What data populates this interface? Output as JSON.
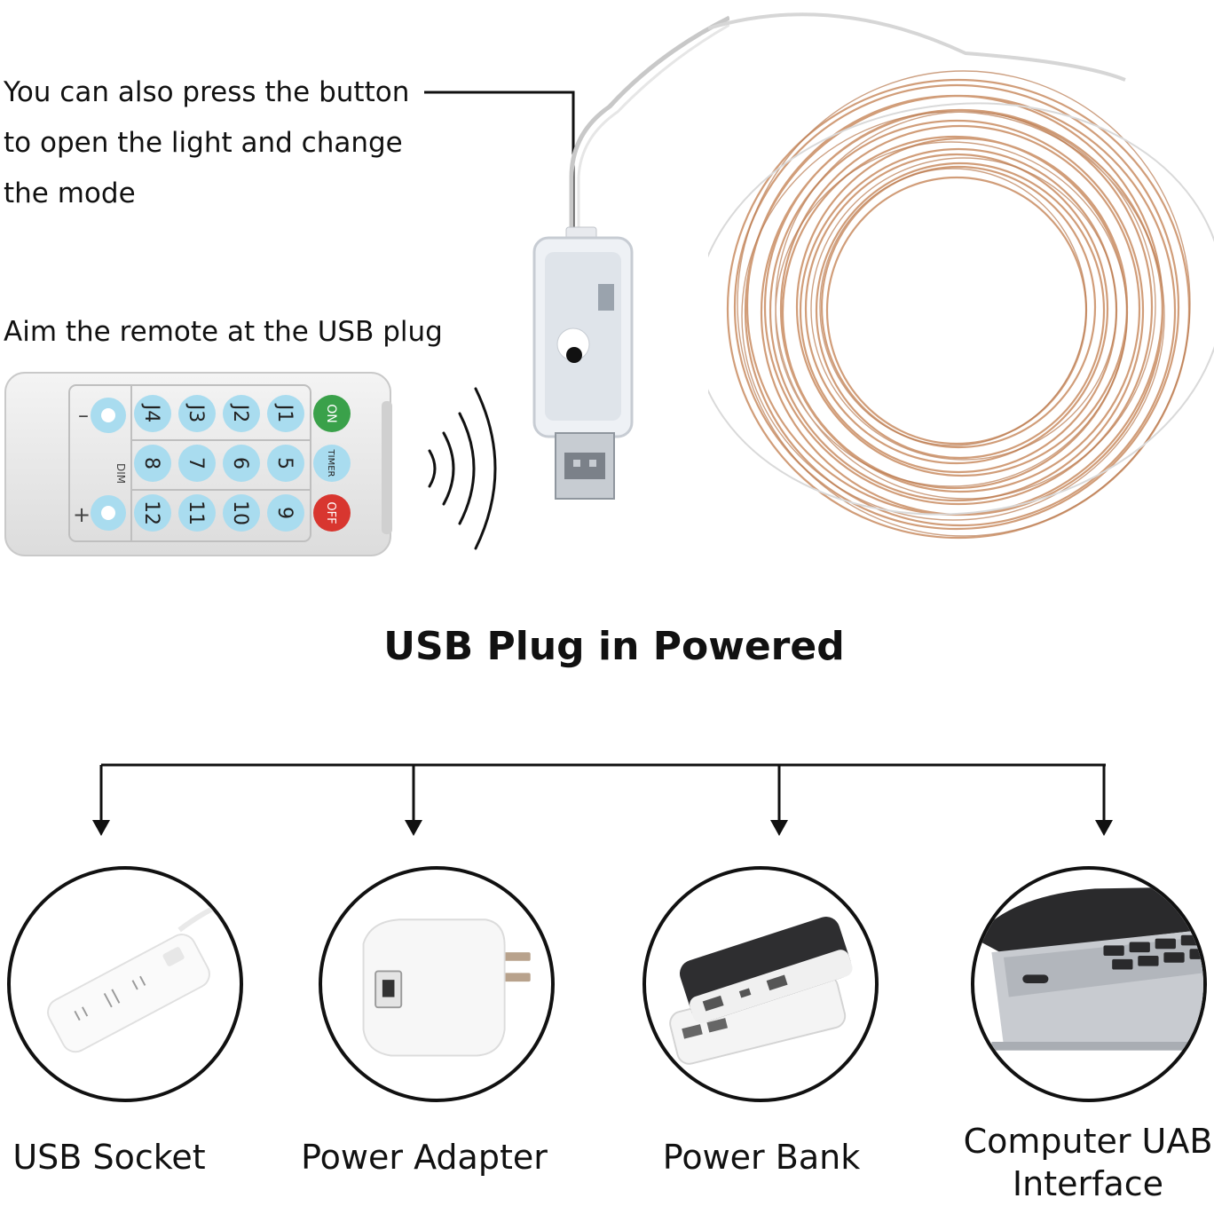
{
  "annotations": {
    "button_note": [
      "You can also press the button",
      "to open the light and change",
      "the mode"
    ],
    "remote_note": "Aim the remote at the USB plug"
  },
  "remote": {
    "buttons": {
      "on": "ON",
      "timer": "TIMER",
      "off": "OFF",
      "j1": "J1",
      "j2": "J2",
      "j3": "J3",
      "j4": "J4",
      "n5": "5",
      "n6": "6",
      "n7": "7",
      "n8": "8",
      "n9": "9",
      "n10": "10",
      "n11": "11",
      "n12": "12",
      "minus": "–",
      "plus": "+",
      "dim": "DIM"
    }
  },
  "title": "USB Plug in Powered",
  "power_sources": [
    {
      "label": "USB Socket",
      "icon": "power-strip-icon"
    },
    {
      "label": "Power Adapter",
      "icon": "power-adapter-icon"
    },
    {
      "label": "Power Bank",
      "icon": "power-bank-icon"
    },
    {
      "label_line1": "Computer UAB",
      "label_line2": "Interface",
      "icon": "laptop-usb-port-icon"
    }
  ],
  "colors": {
    "copper_wire": "#c98d62",
    "remote_key": "#a9dcef",
    "on_key": "#3aa14a",
    "off_key": "#d8362f",
    "line": "#111111"
  }
}
